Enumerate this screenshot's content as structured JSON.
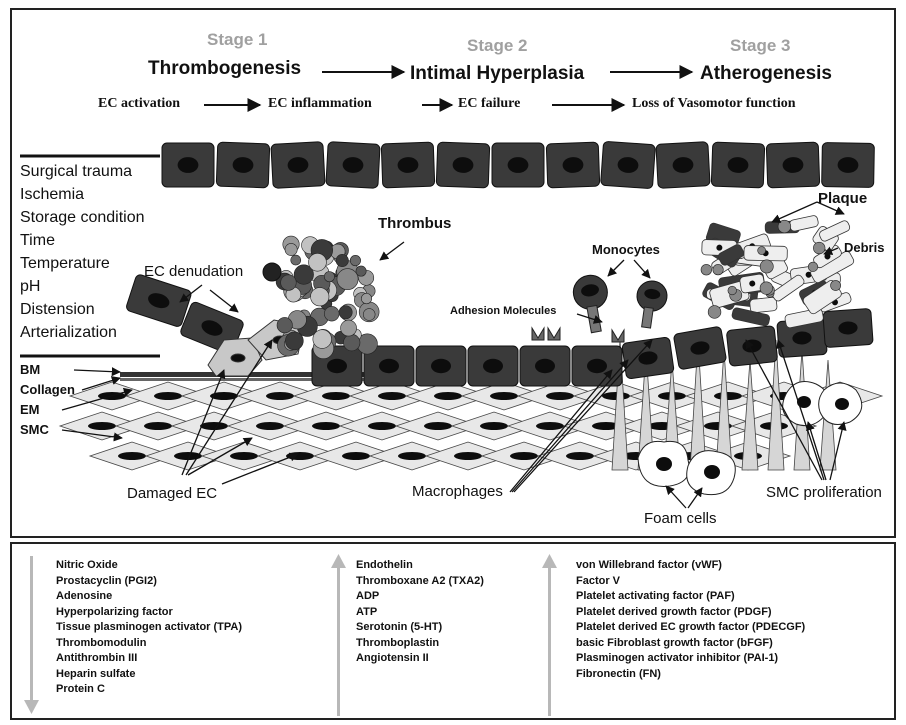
{
  "stages": [
    {
      "label": "Stage 1",
      "name": "Thrombogenesis"
    },
    {
      "label": "Stage 2",
      "name": "Intimal Hyperplasia"
    },
    {
      "label": "Stage 3",
      "name": "Atherogenesis"
    }
  ],
  "progression": [
    "EC activation",
    "EC inflammation",
    "EC failure",
    "Loss of Vasomotor function"
  ],
  "causes": [
    "Surgical trauma",
    "Ischemia",
    "Storage condition",
    "Time",
    "Temperature",
    "pH",
    "Distension",
    "Arterialization"
  ],
  "layers": [
    "BM",
    "Collagen",
    "EM",
    "SMC"
  ],
  "annotations": {
    "thrombus": "Thrombus",
    "ec_denudation": "EC denudation",
    "monocytes": "Monocytes",
    "adhesion_molecules": "Adhesion Molecules",
    "plaque": "Plaque",
    "debris": "Debris",
    "damaged_ec": "Damaged EC",
    "macrophages": "Macrophages",
    "foam_cells": "Foam cells",
    "smc_proliferation": "SMC proliferation"
  },
  "factor_lists": {
    "decreasing": [
      "Nitric Oxide",
      "Prostacyclin (PGI2)",
      "Adenosine",
      "Hyperpolarizing factor",
      "Tissue plasminogen activator (TPA)",
      "Thrombomodulin",
      "Antithrombin III",
      "Heparin sulfate",
      "Protein C"
    ],
    "increasing_a": [
      "Endothelin",
      "Thromboxane A2 (TXA2)",
      "ADP",
      "ATP",
      "Serotonin (5-HT)",
      "Thromboplastin",
      "Angiotensin II"
    ],
    "increasing_b": [
      "von Willebrand factor (vWF)",
      "Factor V",
      "Platelet activating factor (PAF)",
      "Platelet derived growth factor (PDGF)",
      "Platelet derived EC growth factor (PDECGF)",
      "basic Fibroblast growth factor (bFGF)",
      "Plasminogen activator inhibitor (PAI-1)",
      "Fibronectin (FN)"
    ]
  },
  "colors": {
    "ec_cell": "#3a3a3a",
    "nucleus": "#0d0d0d",
    "smc_cell": "#e8e8e8",
    "trend_arrow": "#b8b8b8"
  }
}
